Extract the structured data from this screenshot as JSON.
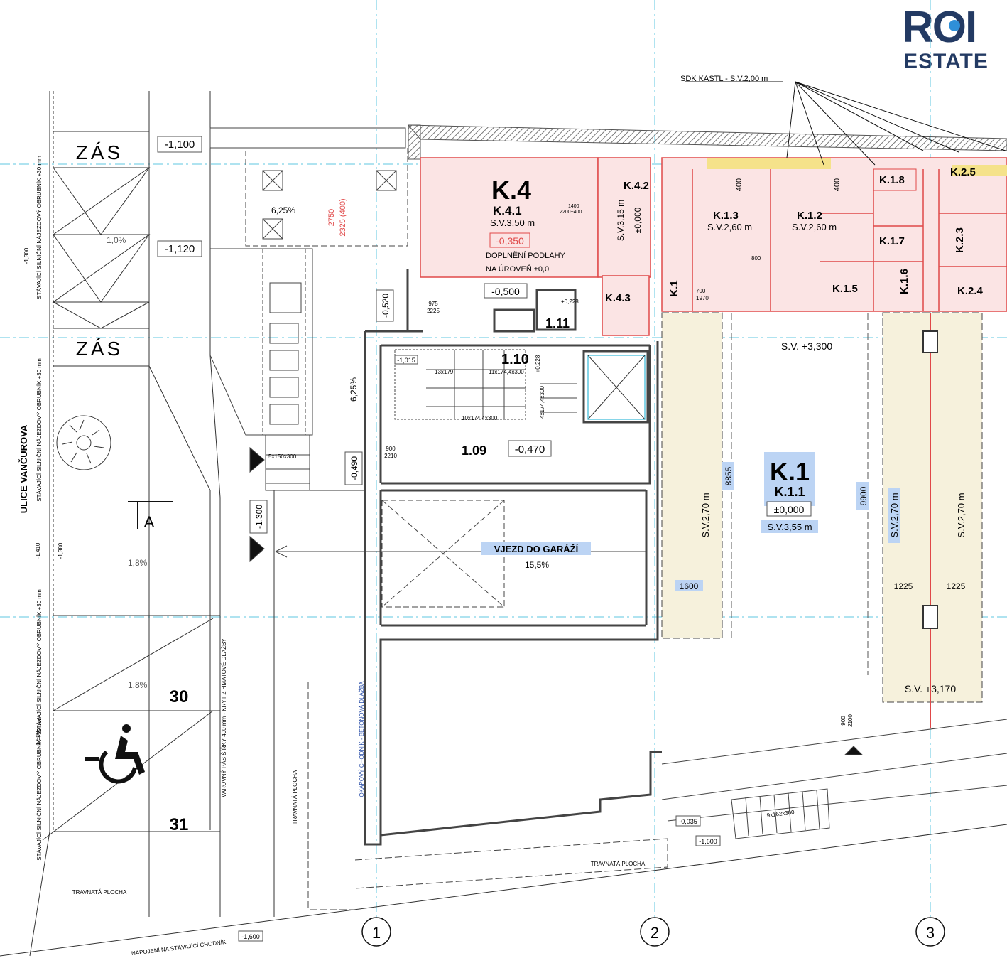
{
  "logo": {
    "line1": "ROI",
    "line2": "ESTATE"
  },
  "street": "ULICE VANČUROVA",
  "sdk_note": "SDK KASTL - S.V.2,00 m",
  "levels": {
    "l1": "-1,100",
    "l2": "-1,120",
    "l3": "-0,520",
    "l4": "-0,490",
    "l5": "-1,300",
    "l6": "-1,015",
    "l7": "-0,470",
    "l8": "-0,035",
    "l9": "-1,600",
    "l10": "-1,600",
    "l11": "-1,300",
    "l12": "-1,410",
    "l13": "-1,380",
    "l14": "-1,500"
  },
  "zas": "ZÁS",
  "slopes": {
    "s1": "6,25%",
    "s2": "1,0%",
    "s3": "6,25%",
    "s4": "1,8%",
    "s5": "1,8%",
    "s6": "15,5%"
  },
  "parking": {
    "p30": "30",
    "p31": "31"
  },
  "section_mark": "A",
  "curb_notes": {
    "c1": "STÁVAJÍCÍ SILNIČNÍ NÁJEZDOVÝ OBRUBNÍK +30 mm",
    "c2": "STÁVAJÍCÍ SILNIČNÍ NÁJEZDOVÝ OBRUBNÍK +30 mm",
    "c3": "STÁVAJÍCÍ SILNIČNÍ NÁJEZDOVÝ OBRUBNÍK +30 mm",
    "c4": "STÁVAJÍCÍ SILNIČNÍ NÁJEZDOVÝ OBRUBNÍK +30 mm",
    "warning": "VAROVNÝ PÁS ŠÍŘKY 400 mm - KRYT Z HMATOVÉ DLAŽBY",
    "okap": "OKAPOVÝ CHODNÍK - BETONOVÁ DLAŽBA"
  },
  "lawn": {
    "t1": "TRAVNATÁ PLOCHA",
    "t2": "TRAVNATÁ PLOCHA",
    "t3": "TRAVNATÁ PLOCHA"
  },
  "connection": "NAPOJENÍ NA STÁVAJÍCÍ CHODNÍK",
  "dims": {
    "d2750": "2750",
    "d2325": "2325 (400)",
    "d975": "975",
    "d2225": "2225",
    "d900": "900",
    "d2210": "2210",
    "stair1": "13x179",
    "stair2": "11x174,4x300",
    "stair3": "10x174,4x300",
    "stair4": "4x174,4x300",
    "stair5": "5x150x300",
    "stair6": "9x162x300",
    "d1600": "1600",
    "d8855": "8855",
    "d9900": "9900",
    "d1225a": "1225",
    "d1225b": "1225",
    "d400a": "400",
    "d400b": "400",
    "d1400": "1400",
    "d2200": "2200+400",
    "d700": "700",
    "d1970": "1970",
    "d800": "800",
    "d900b": "900",
    "d2100": "2100"
  },
  "rooms": {
    "k4": "K.4",
    "k41": "K.4.1",
    "k41sv": "S.V.3,50 m",
    "k41lvl": "-0,350",
    "k41note1": "DOPLNĚNÍ PODLAHY",
    "k41note2": "NA ÚROVEŇ ±0,0",
    "k41lvl2": "-0,500",
    "k42": "K.4.2",
    "k42sv": "S.V.3,15 m",
    "k42lvl": "±0,000",
    "k43": "K.4.3",
    "k13": "K.1.3",
    "k13sv": "S.V.2,60 m",
    "k12": "K.1.2",
    "k12sv": "S.V.2,60 m",
    "k18": "K.1.8",
    "k17": "K.1.7",
    "k16": "K.1.6",
    "k15": "K.1.5",
    "k19": "K.1",
    "k25": "K.2.5",
    "k23": "K.2.3",
    "k24": "K.2.4",
    "r110": "1.10",
    "r110lvl": "+0,228",
    "r111": "1.11",
    "r111lvl": "+0,228",
    "r109": "1.09",
    "r109lvl": "-0,470",
    "k1": "K.1",
    "k11": "K.1.1",
    "k11lvl": "±0,000",
    "k11sv": "S.V.3,55 m",
    "sv3300": "S.V. +3,300",
    "sv3170": "S.V. +3,170",
    "sv270a": "S.V.2,70 m",
    "sv270b": "S.V.2,70 m",
    "sv270c": "S.V.2,70 m",
    "garage": "VJEZD DO GARÁŽÍ"
  },
  "axes": {
    "a1": "1",
    "a2": "2",
    "a3": "3"
  },
  "colors": {
    "wall": "#555555",
    "red": "#e04848",
    "pink": "#fbe4e4",
    "beige": "#f6f1dc",
    "yellow": "#f5e28a",
    "cyan": "#5fc7e0",
    "blue_hl": "#bcd4f4",
    "brand": "#233a63"
  }
}
